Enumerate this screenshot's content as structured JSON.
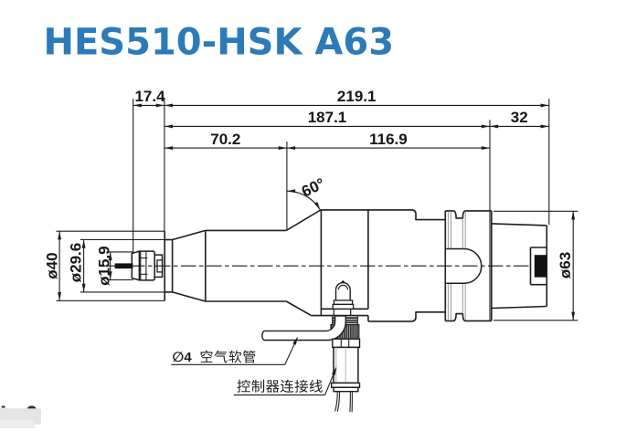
{
  "title": {
    "text": "HES510-HSK A63",
    "color": "#2c7ab8"
  },
  "drawing": {
    "line_color": "#1c1c1c",
    "dims": {
      "collet_protrusion": "17.4",
      "overall_length": "219.1",
      "body_length": "187.1",
      "holder_length": "32",
      "nose_length": "70.2",
      "mid_length": "116.9",
      "cone_angle": "60°",
      "dia_nose": "ø40",
      "dia_ring": "ø29.6",
      "dia_collet": "ø15.9",
      "dia_body": "ø63"
    },
    "callouts": {
      "air_hose": "∅4 空气软管",
      "air_hose_prefix": "∅4",
      "air_hose_cjk": "空气软管",
      "controller_cable": "控制器连接线"
    }
  }
}
